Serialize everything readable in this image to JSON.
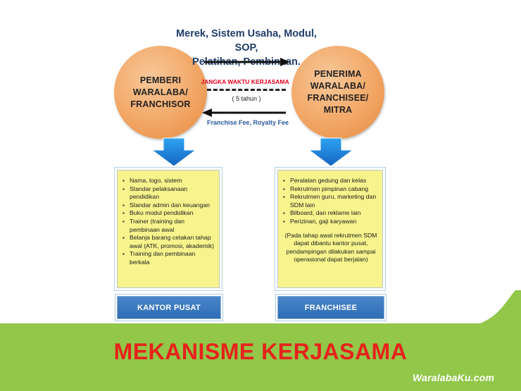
{
  "franchisor": {
    "lines": [
      "PEMBERI",
      "WARALABA/",
      "FRANCHISOR"
    ]
  },
  "franchisee": {
    "lines": [
      "PENERIMA",
      "WARALABA/",
      "FRANCHISEE/",
      "MITRA"
    ]
  },
  "flow": {
    "top_line1": "Merek, Sistem Usaha, Modul, SOP,",
    "top_line2": "Pelatihan, Pembinaan.",
    "agreement": "JANGKA WAKTU KERJASAMA",
    "duration": "( 5 tahun )",
    "fees": "Franchise Fee, Royalty Fee"
  },
  "left_box": {
    "items": [
      "Nama, logo, sistem",
      "Standar pelaksanaan pendidikan",
      "Standar admin dan keuangan",
      "Buku modul pendidikan",
      "Trainer (training dan pembinaan awal",
      "Belanja barang cetakan tahap awal (ATK, promosi, akademik)",
      "Training dan pembinaan berkala"
    ],
    "label": "KANTOR  PUSAT"
  },
  "right_box": {
    "items": [
      "Peralatan gedung dan kelas",
      "Rekrutmen pimpinan cabang",
      "Rekrutmen guru, marketing dan SDM lain",
      "Bilboard, dan reklame lain",
      "Perizinan, gaji karyawan"
    ],
    "note": "(Pada tahap awal rekrutmen SDM dapat dibantu kantor pusat, pendampingan dilakukan sampai operasional dapat berjalan)",
    "label": "FRANCHISEE"
  },
  "footer": {
    "title": "MEKANISME KERJASAMA",
    "logo": "WaralabaKu.com"
  },
  "colors": {
    "circle": "#f2a766",
    "box_fill": "#f7f38d",
    "label_blue": "#2f6cb4",
    "title_red": "#e6231b",
    "band_green": "#92c74a",
    "arrow_blue": "#1e88e5"
  }
}
